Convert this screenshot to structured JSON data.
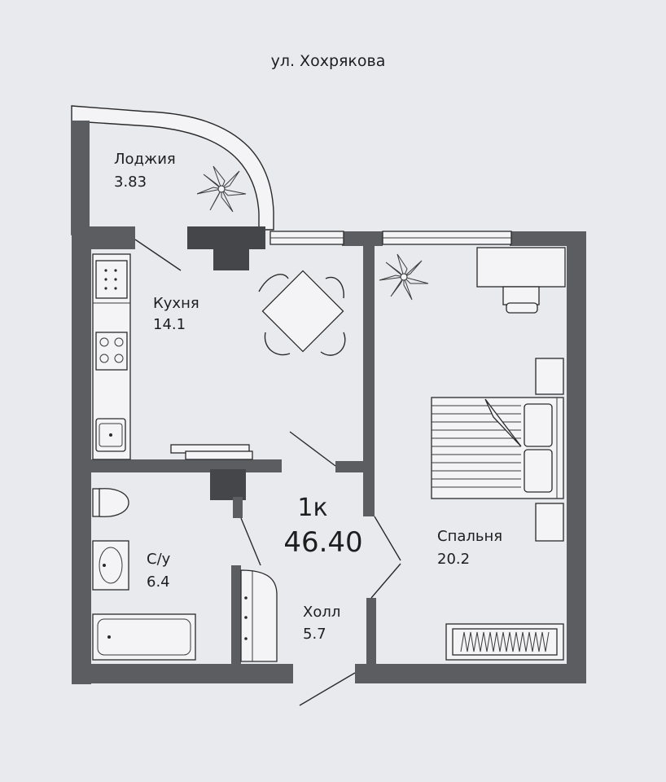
{
  "street": "ул. Хохрякова",
  "apartment": {
    "type": "1к",
    "total_area": "46.40"
  },
  "rooms": {
    "loggia": {
      "name": "Лоджия",
      "area": "3.83"
    },
    "kitchen": {
      "name": "Кухня",
      "area": "14.1"
    },
    "bathroom": {
      "name": "С/у",
      "area": "6.4"
    },
    "hall": {
      "name": "Холл",
      "area": "5.7"
    },
    "bedroom": {
      "name": "Спальня",
      "area": "20.2"
    }
  },
  "colors": {
    "wall": "#5c5d60",
    "paper": "#e9eaee"
  }
}
